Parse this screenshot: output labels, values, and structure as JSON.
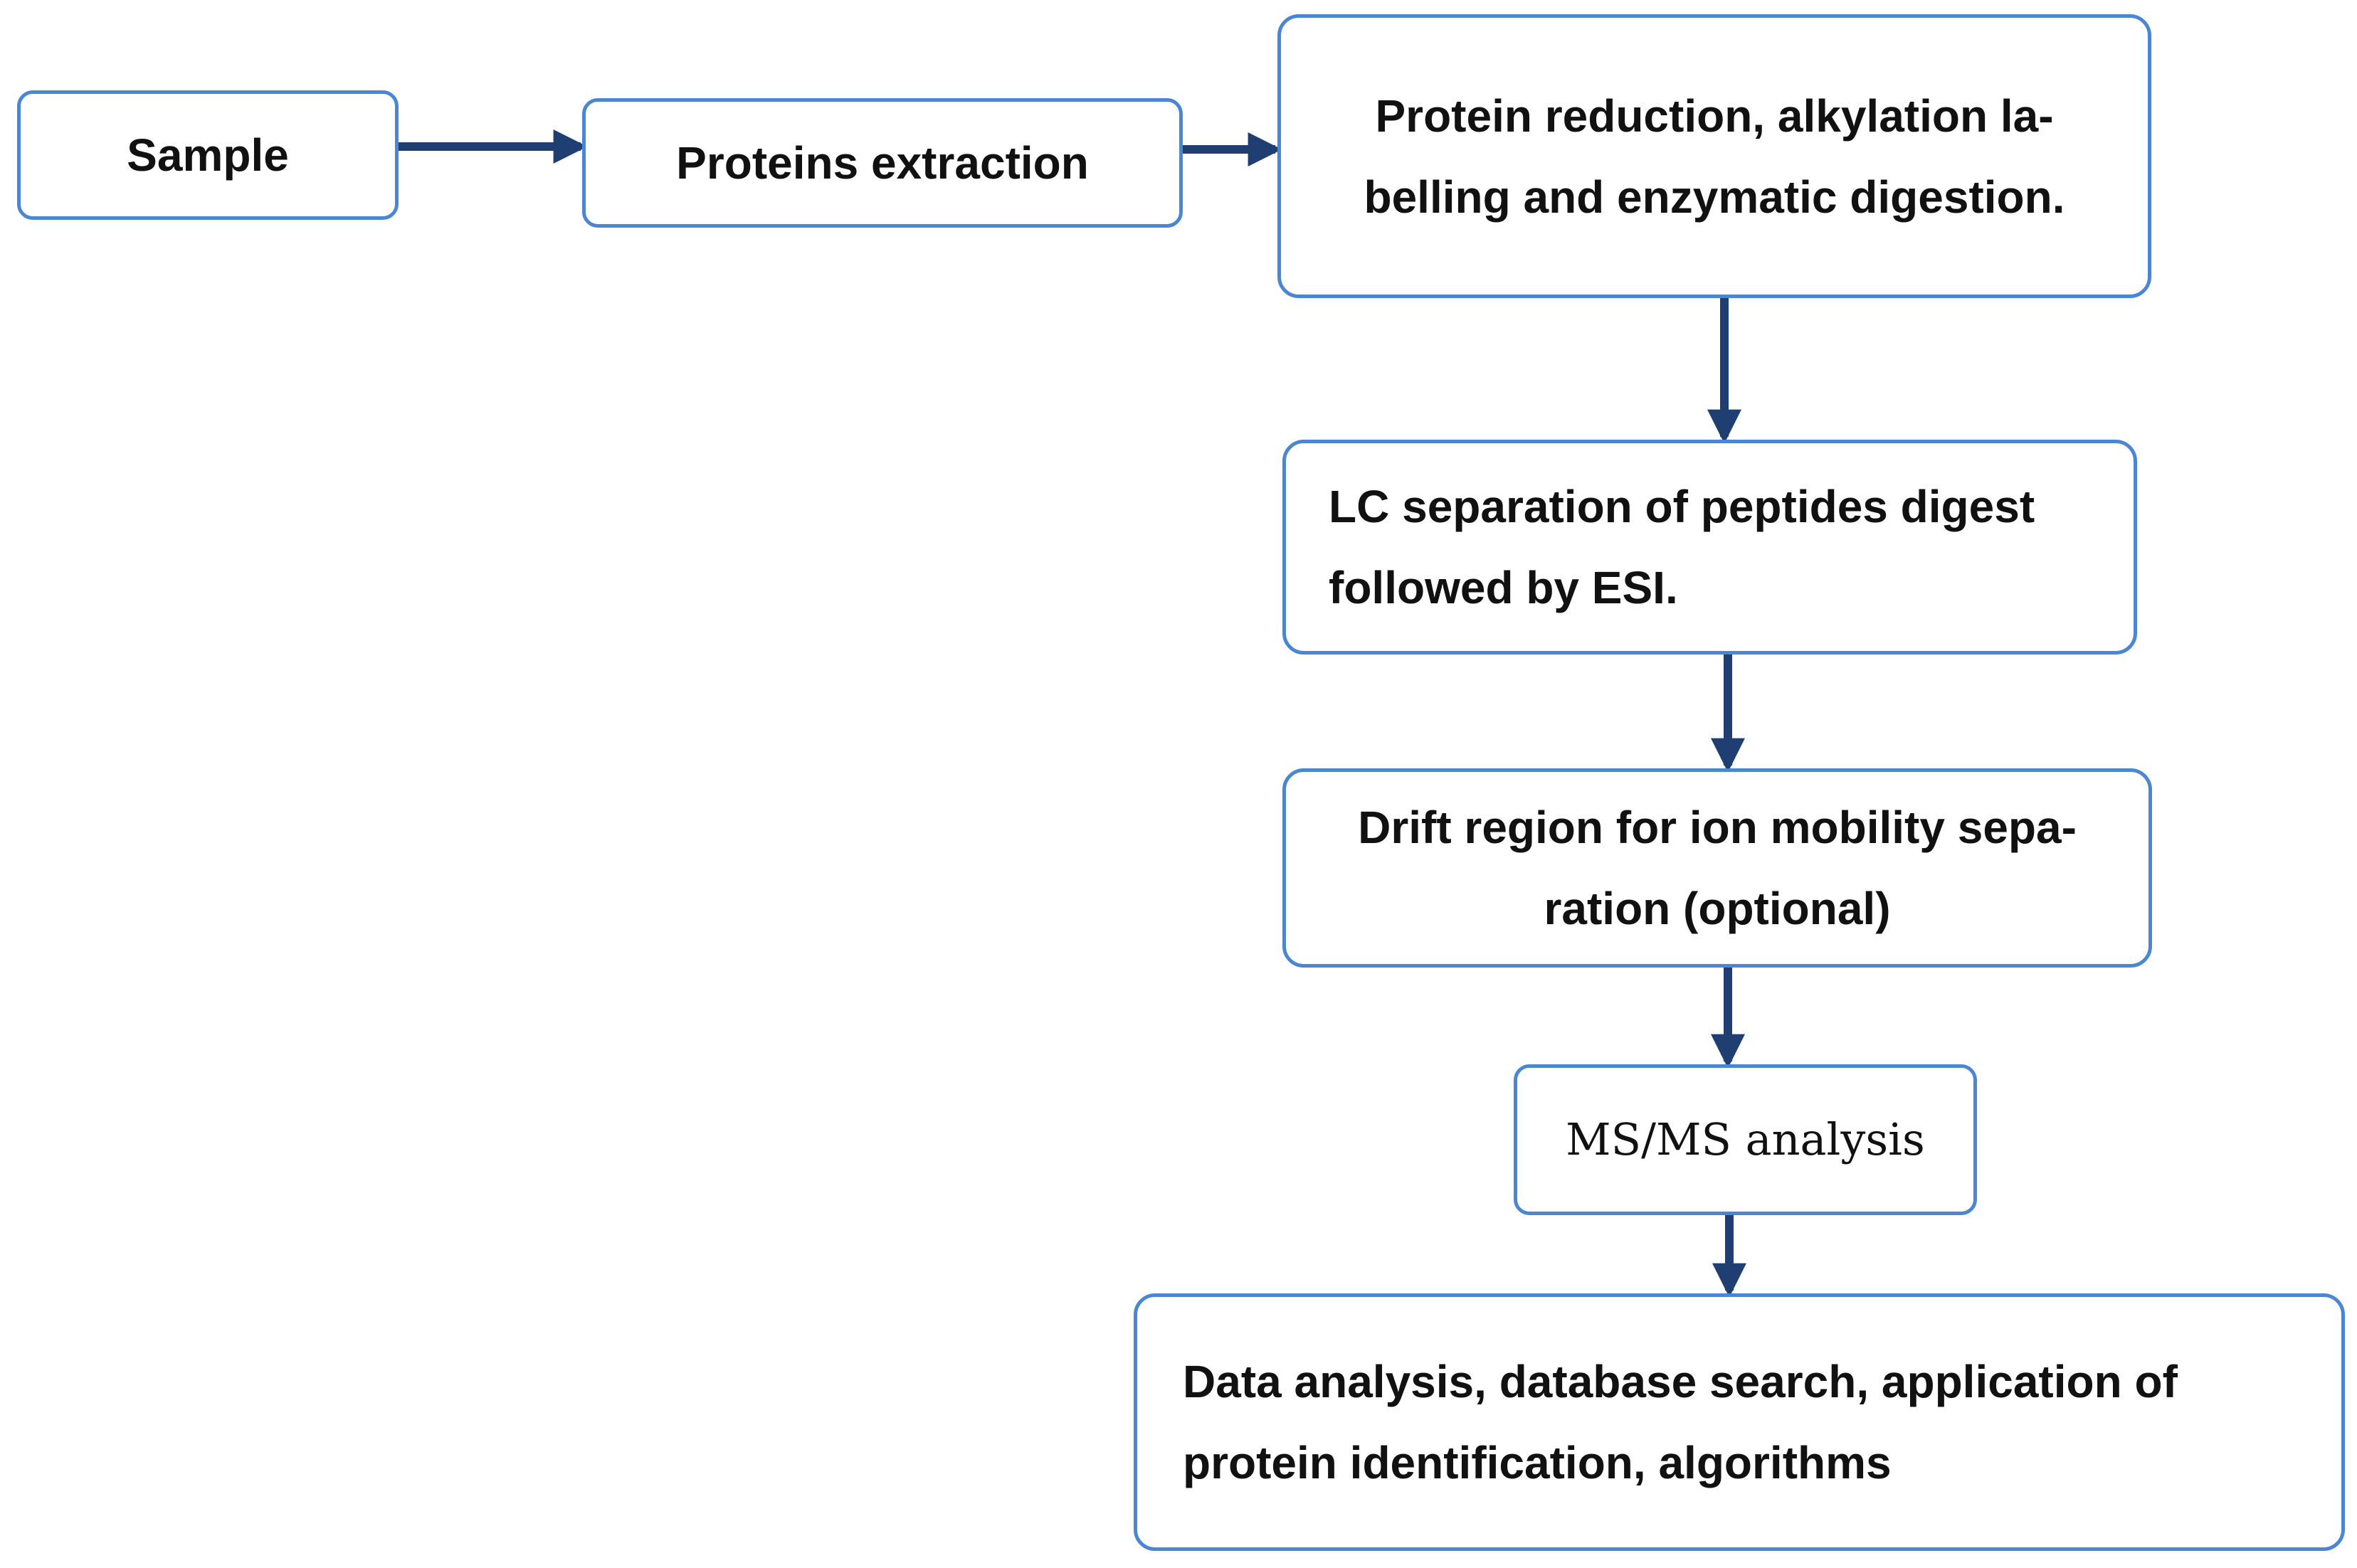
{
  "diagram": {
    "colors": {
      "box_border": "#4a86d4",
      "arrow": "#1f3f73",
      "text": "#111111"
    },
    "nodes": {
      "sample": {
        "label": "Sample"
      },
      "extraction": {
        "label": "Proteins extraction"
      },
      "reduction": {
        "line1": "Protein reduction, alkylation la-",
        "line2": "belling and enzymatic digestion."
      },
      "lc": {
        "line1": "LC separation of peptides digest",
        "line2": "followed by ESI."
      },
      "drift": {
        "line1": "Drift region for ion mobility sepa-",
        "line2": "ration (optional)"
      },
      "msms": {
        "label": "MS/MS analysis"
      },
      "data": {
        "line1": "Data analysis, database search, application of",
        "line2": "protein identification, algorithms"
      }
    },
    "edges": [
      {
        "from": "sample",
        "to": "extraction"
      },
      {
        "from": "extraction",
        "to": "reduction"
      },
      {
        "from": "reduction",
        "to": "lc"
      },
      {
        "from": "lc",
        "to": "drift"
      },
      {
        "from": "drift",
        "to": "msms"
      },
      {
        "from": "msms",
        "to": "data"
      }
    ]
  }
}
